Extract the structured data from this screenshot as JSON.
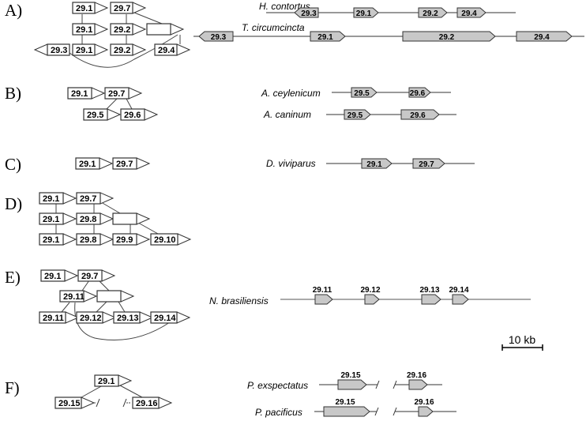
{
  "colors": {
    "gene_fill": "#c8c8c8",
    "tree_fill": "#ffffff",
    "line": "#000000"
  },
  "panels": [
    {
      "label": "A)",
      "tree": [
        "29.1",
        "29.7",
        "29.1",
        "29.2",
        "",
        "29.3",
        "29.1",
        "29.2",
        "29.4"
      ],
      "tracks": [
        {
          "species": "H. contortus",
          "genes": [
            "29.3",
            "29.1",
            "29.2",
            "29.4"
          ]
        },
        {
          "species": "T. circumcincta",
          "genes": [
            "29.3",
            "29.1",
            "29.2",
            "29.4"
          ]
        }
      ]
    },
    {
      "label": "B)",
      "tree": [
        "29.1",
        "29.7",
        "29.5",
        "29.6"
      ],
      "tracks": [
        {
          "species": "A. ceylenicum",
          "genes": [
            "29.5",
            "29.6"
          ]
        },
        {
          "species": "A. caninum",
          "genes": [
            "29.5",
            "29.6"
          ]
        }
      ]
    },
    {
      "label": "C)",
      "tree": [
        "29.1",
        "29.7"
      ],
      "tracks": [
        {
          "species": "D. viviparus",
          "genes": [
            "29.1",
            "29.7"
          ]
        }
      ]
    },
    {
      "label": "D)",
      "tree": [
        "29.1",
        "29.7",
        "29.1",
        "29.8",
        "",
        "29.1",
        "29.8",
        "29.9",
        "29.10"
      ],
      "tracks": []
    },
    {
      "label": "E)",
      "tree": [
        "29.1",
        "29.7",
        "29.11",
        "",
        "29.11",
        "29.12",
        "29.13",
        "29.14"
      ],
      "tracks": [
        {
          "species": "N. brasiliensis",
          "genes": [
            "29.11",
            "29.12",
            "29.13",
            "29.14"
          ]
        }
      ]
    },
    {
      "label": "F)",
      "tree": [
        "29.1",
        "29.15",
        "29.16"
      ],
      "tracks": [
        {
          "species": "P. exspectatus",
          "genes": [
            "29.15",
            "29.16"
          ]
        },
        {
          "species": "P. pacificus",
          "genes": [
            "29.15",
            "29.16"
          ]
        }
      ]
    }
  ],
  "scale_bar": {
    "label": "10 kb"
  }
}
